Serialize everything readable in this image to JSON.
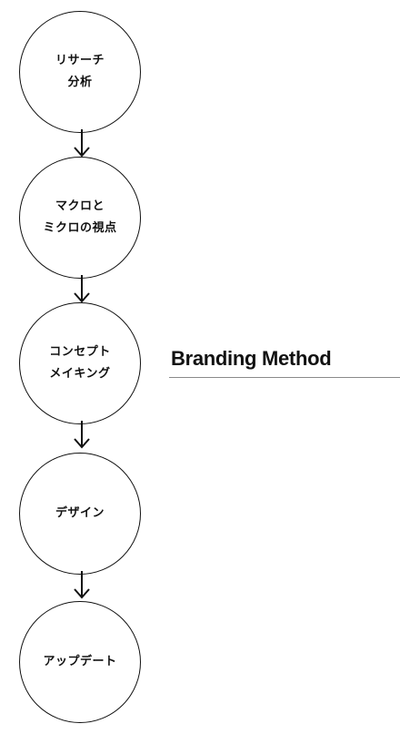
{
  "heading": "Branding Method",
  "steps": [
    {
      "label": "リサーチ\n分析"
    },
    {
      "label": "マクロと\nミクロの視点"
    },
    {
      "label": "コンセプト\nメイキング"
    },
    {
      "label": "デザイン"
    },
    {
      "label": "アップデート"
    }
  ],
  "connector_icon": "arrow-down-icon",
  "colors": {
    "line": "#111111",
    "rule": "#8a8a8a",
    "background": "#ffffff"
  }
}
